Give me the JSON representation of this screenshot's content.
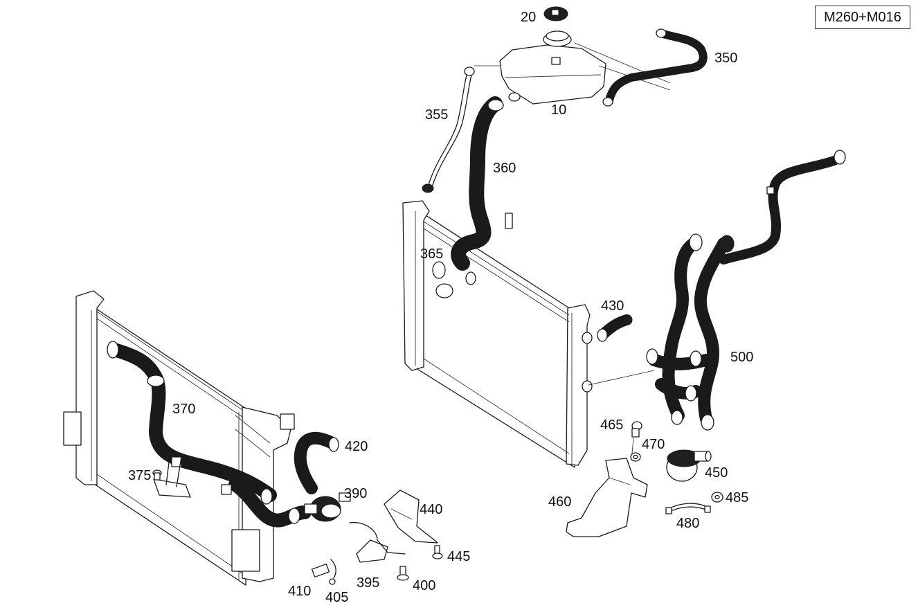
{
  "variant_label": "M260+M016",
  "callouts": {
    "p10": "10",
    "p20": "20",
    "p350": "350",
    "p355": "355",
    "p360": "360",
    "p365": "365",
    "p370": "370",
    "p375": "375",
    "p390": "390",
    "p395": "395",
    "p400": "400",
    "p405": "405",
    "p410": "410",
    "p420": "420",
    "p430": "430",
    "p440": "440",
    "p445": "445",
    "p450": "450",
    "p460": "460",
    "p465": "465",
    "p470": "470",
    "p480": "480",
    "p485": "485",
    "p500": "500"
  }
}
